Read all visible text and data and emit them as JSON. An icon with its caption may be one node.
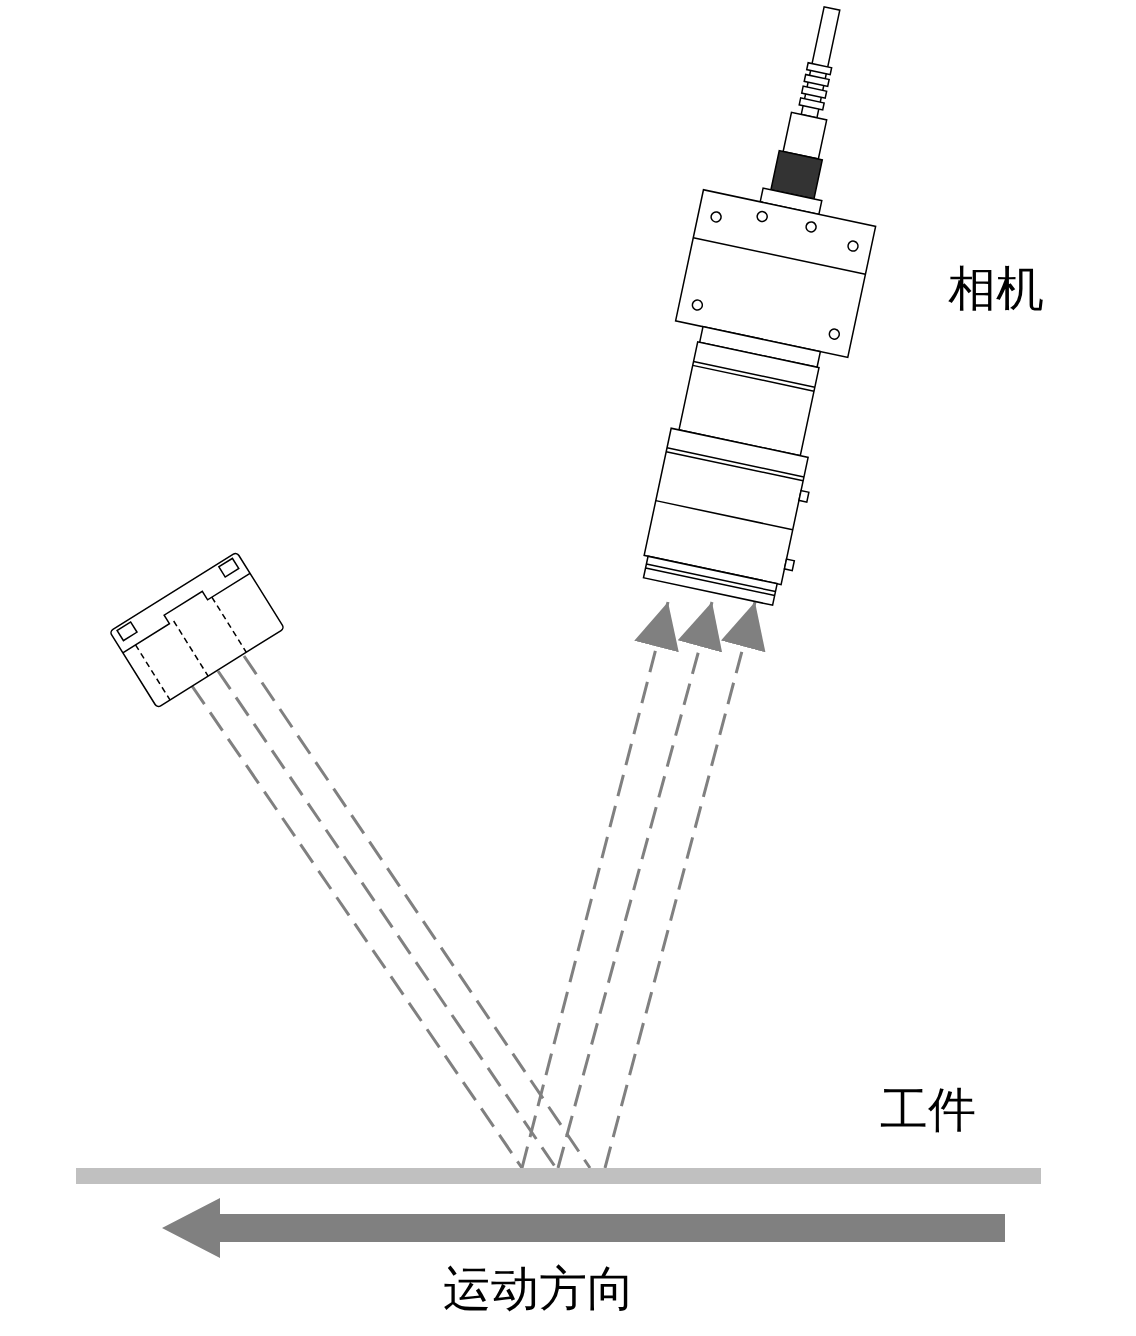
{
  "diagram": {
    "nodes": [
      {
        "text": [],
        "shape": "picture"
      },
      {
        "text": [],
        "shape": "picture",
        "beside": [
          "相机"
        ]
      },
      {
        "text": [],
        "shape": "bar",
        "beside": [
          "工件"
        ]
      }
    ],
    "edges": [
      {
        "from": 0,
        "to": 2,
        "arrow": "none",
        "style": "dashed"
      },
      {
        "from": 0,
        "to": 2,
        "arrow": "none",
        "style": "dashed"
      },
      {
        "from": 0,
        "to": 2,
        "arrow": "none",
        "style": "dashed"
      },
      {
        "from": 2,
        "to": 1,
        "arrow": "to",
        "style": "dashed"
      },
      {
        "from": 2,
        "to": 1,
        "arrow": "to",
        "style": "dashed"
      },
      {
        "from": 2,
        "to": 1,
        "arrow": "to",
        "style": "dashed"
      }
    ],
    "labels": [
      "运动方向"
    ]
  }
}
